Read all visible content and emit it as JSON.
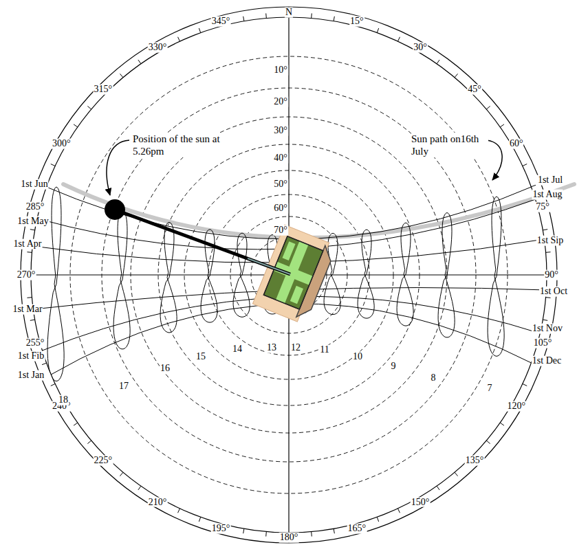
{
  "diagram": {
    "labels": [
      "N",
      "15°",
      "30°",
      "45°",
      "60°",
      "75°",
      "90°",
      "105°",
      "120°",
      "135°",
      "150°",
      "165°",
      "180°",
      "195°",
      "210°",
      "225°",
      "240°",
      "255°",
      "270°",
      "285°",
      "300°",
      "315°",
      "330°",
      "345°",
      "10°",
      "20°",
      "30°",
      "40°",
      "50°",
      "60°",
      "70°",
      "1st Jun",
      "1st May",
      "1st Apr",
      "1st Mar",
      "1st Fib",
      "1st Jan",
      "1st Jul",
      "1st Aug",
      "1st Sip",
      "1st Oct",
      "1st Nov",
      "1st Dec",
      "18",
      "17",
      "16",
      "15",
      "14",
      "13",
      "12",
      "11",
      "10",
      "9",
      "8",
      "7",
      "Position of the sun at 5.26pm",
      "Sun path on16th July"
    ]
  }
}
